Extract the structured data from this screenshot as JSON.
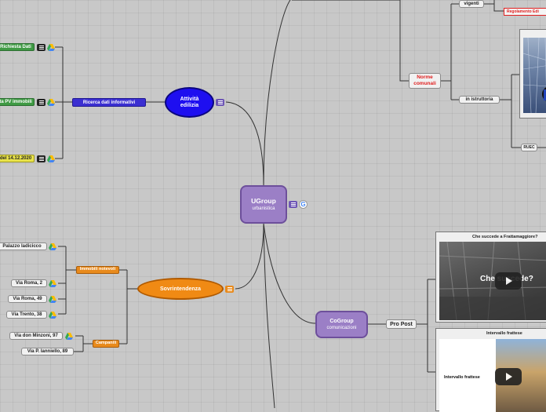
{
  "root": {
    "title": "UGroup",
    "subtitle": "urbanistica"
  },
  "attivita": {
    "label_line1": "Attività",
    "label_line2": "edilizia",
    "ricerca": "Ricerca dati informativi",
    "children": [
      "Richiesta Dati",
      "ta PV immobili",
      "del 14.12.2020"
    ]
  },
  "sovrintendenza": {
    "label": "Sovrintendenza",
    "immobili": "Immobili notevoli",
    "immobili_children": [
      "Palazzo Iadicicco",
      "Via Roma, 2",
      "Via Roma, 49",
      "Via Trento, 38"
    ],
    "campanili": "Campanili",
    "campanili_children": [
      "Via don Minzoni, 97",
      "Via P. Ianniello, 89"
    ]
  },
  "norme": {
    "label_line1": "Norme",
    "label_line2": "comunali",
    "vigenti": "vigenti",
    "regolamento": "Regolamento Edi",
    "istruttoria": "in istruttoria",
    "ruec": "RUEC"
  },
  "cogroup": {
    "title": "CoGroup",
    "subtitle": "comunicazioni",
    "propost": "Pro Post",
    "video1_title": "Che succede a Frattamaggiore?",
    "video1_overlay": "Che succede?",
    "video2_title": "Intervallo frattese",
    "video2_overlay": "Intervallo frattese"
  },
  "colors": {
    "root": "#9b7fc6",
    "attivita": "#1e0ff0",
    "sovrintendenza": "#f08a14",
    "green": "#3f9a44",
    "yellow": "#e9e34a",
    "red_text": "#e02020"
  },
  "icons": [
    "note-icon",
    "google-drive-icon",
    "google-icon",
    "play-icon"
  ]
}
